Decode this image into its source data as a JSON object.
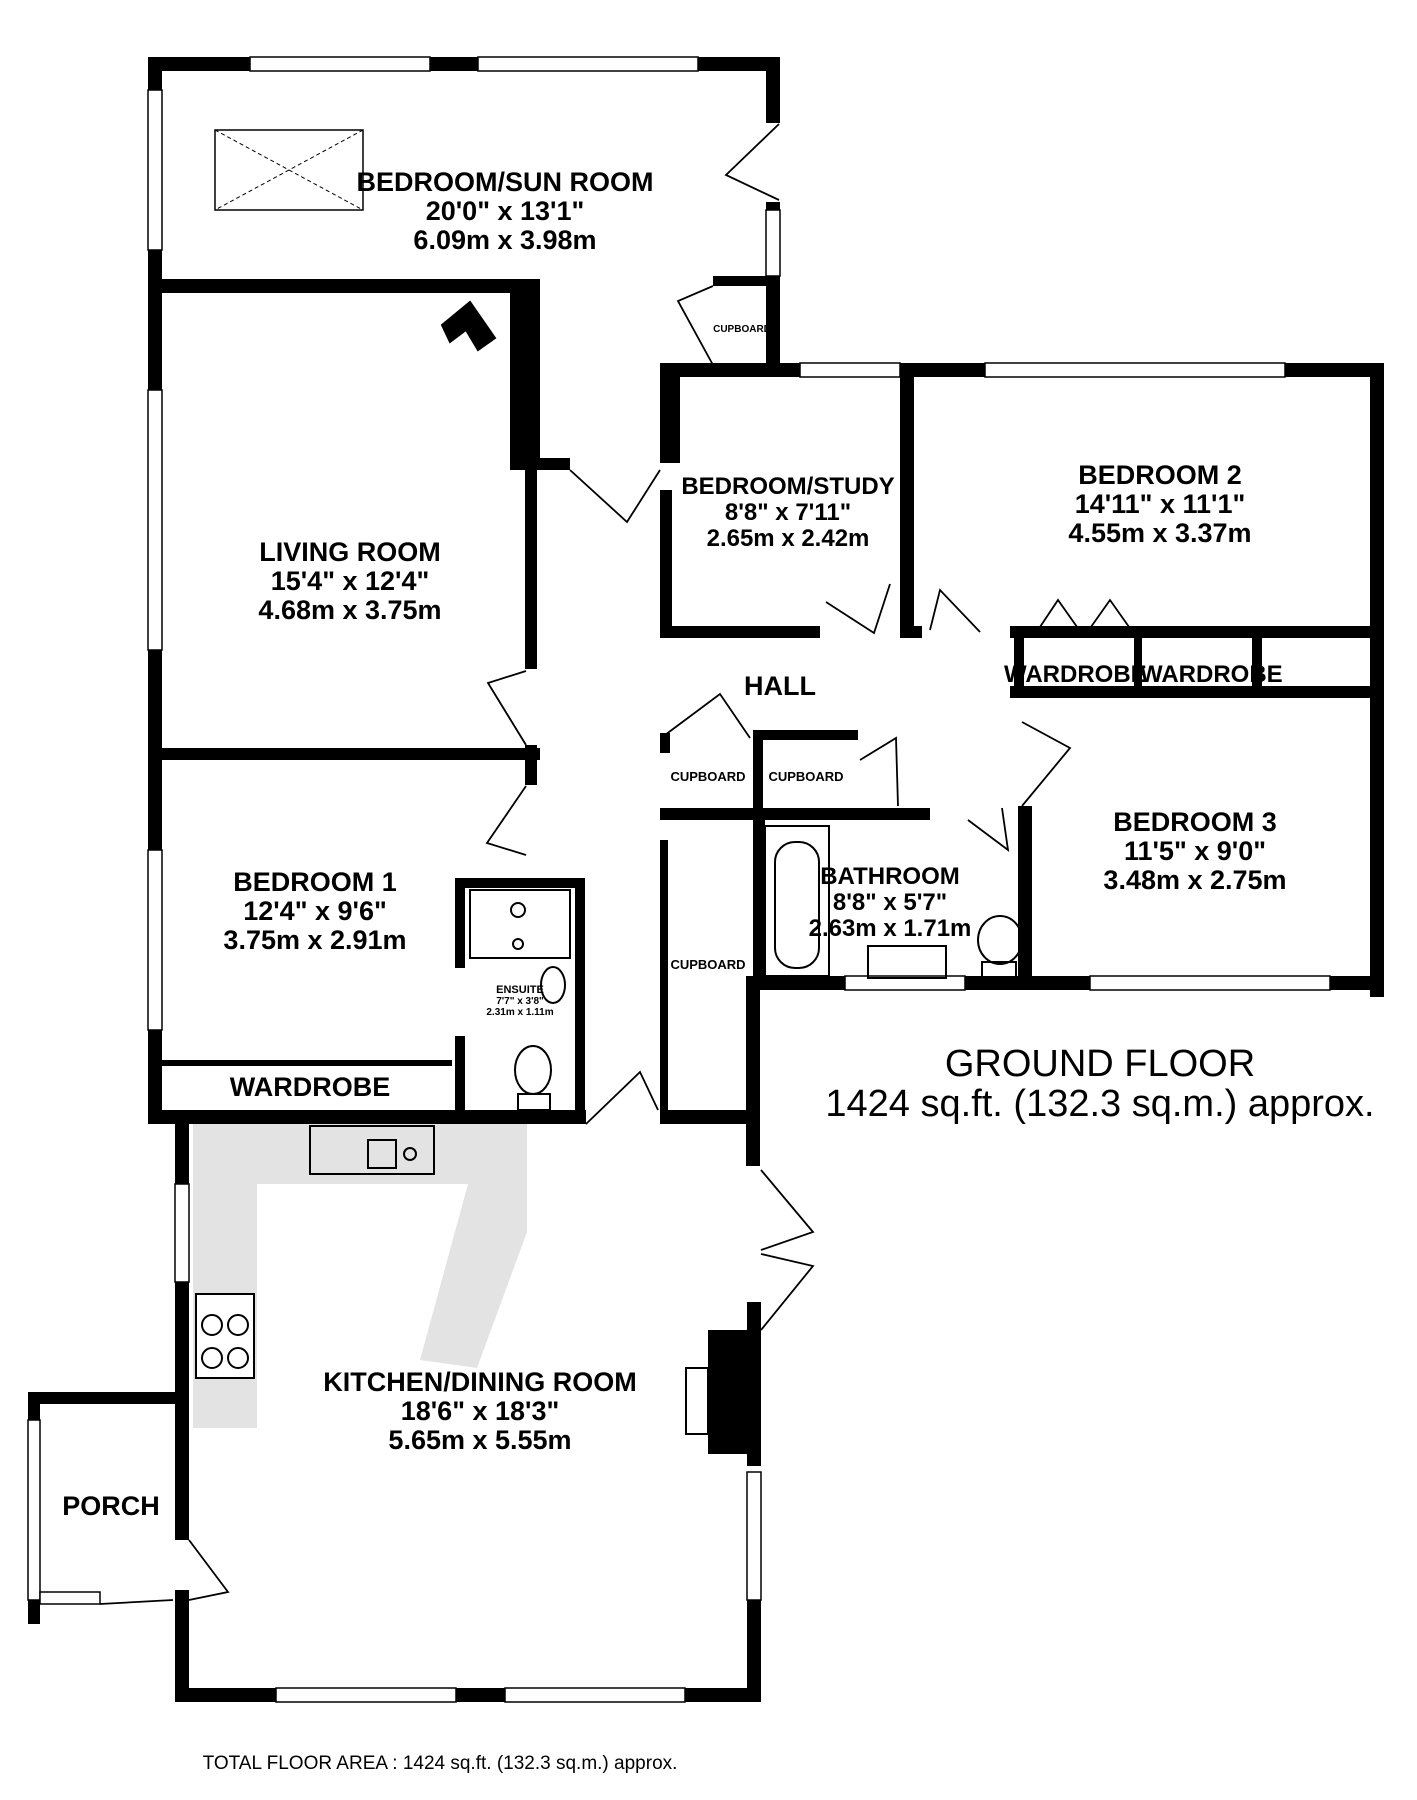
{
  "rooms": {
    "sunroom": {
      "name": "BEDROOM/SUN ROOM",
      "imperial": "20'0\"  x 13'1\"",
      "metric": "6.09m  x 3.98m"
    },
    "living": {
      "name": "LIVING ROOM",
      "imperial": "15'4\"  x 12'4\"",
      "metric": "4.68m  x 3.75m"
    },
    "study": {
      "name": "BEDROOM/STUDY",
      "imperial": "8'8\"  x 7'11\"",
      "metric": "2.65m  x 2.42m"
    },
    "bed2": {
      "name": "BEDROOM 2",
      "imperial": "14'11\"  x 11'1\"",
      "metric": "4.55m  x 3.37m"
    },
    "bed1": {
      "name": "BEDROOM 1",
      "imperial": "12'4\"  x 9'6\"",
      "metric": "3.75m  x 2.91m"
    },
    "bed3": {
      "name": "BEDROOM 3",
      "imperial": "11'5\"  x 9'0\"",
      "metric": "3.48m  x 2.75m"
    },
    "bathroom": {
      "name": "BATHROOM",
      "imperial": "8'8\"  x 5'7\"",
      "metric": "2.63m  x 1.71m"
    },
    "ensuite": {
      "name": "ENSUITE",
      "imperial": "7'7\"  x 3'8\"",
      "metric": "2.31m  x 1.11m"
    },
    "kitchen": {
      "name": "KITCHEN/DINING ROOM",
      "imperial": "18'6\"  x 18'3\"",
      "metric": "5.65m  x 5.55m"
    }
  },
  "labels": {
    "hall": "HALL",
    "porch": "PORCH",
    "wardrobe_bed1": "WARDROBE",
    "wardrobe_bed2_left": "WARDROBE",
    "wardrobe_bed2_right": "WARDROBE",
    "cupboard_top": "CUPBOARD",
    "cupboard_hall_1": "CUPBOARD",
    "cupboard_hall_2": "CUPBOARD",
    "cupboard_hall_3": "CUPBOARD"
  },
  "floor": {
    "name": "GROUND FLOOR",
    "area": "1424 sq.ft. (132.3 sq.m.) approx."
  },
  "footer": "TOTAL FLOOR AREA : 1424 sq.ft. (132.3 sq.m.) approx.",
  "colors": {
    "wall": "#000000",
    "window": "#ffffff",
    "worktop": "#e3e3e3"
  }
}
